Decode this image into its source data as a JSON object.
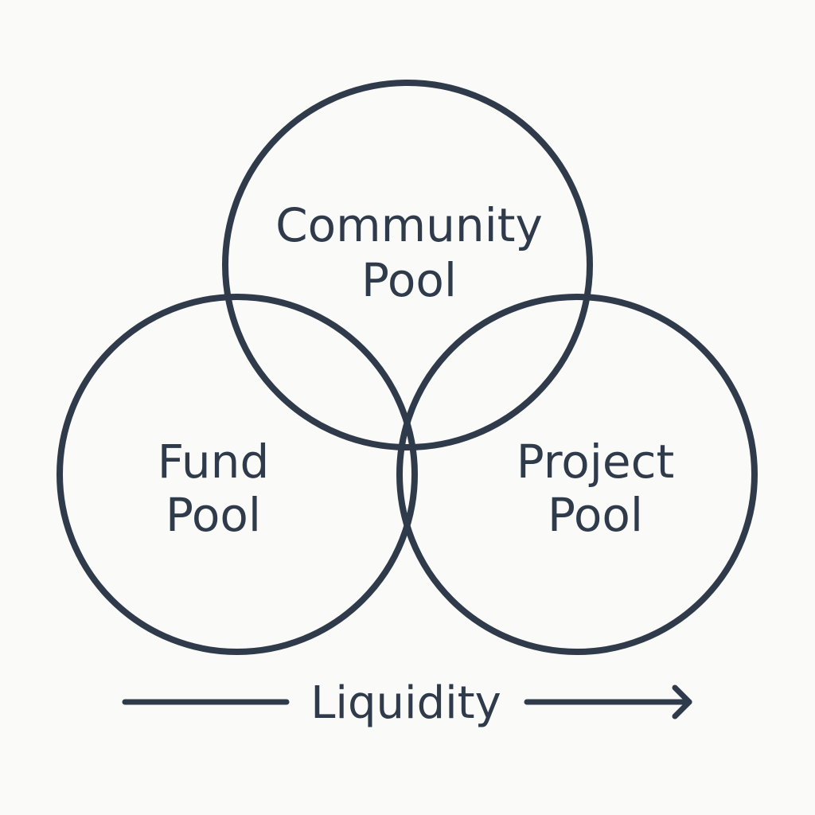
{
  "diagram": {
    "circles": [
      {
        "id": "community",
        "lines": [
          "Community",
          "Pool"
        ]
      },
      {
        "id": "fund",
        "lines": [
          "Fund",
          "Pool"
        ]
      },
      {
        "id": "project",
        "lines": [
          "Project",
          "Pool"
        ]
      }
    ],
    "axis": {
      "label": "Liquidity",
      "direction": "right"
    },
    "colors": {
      "stroke": "#2f3a4a",
      "background": "#fafaf8"
    }
  }
}
